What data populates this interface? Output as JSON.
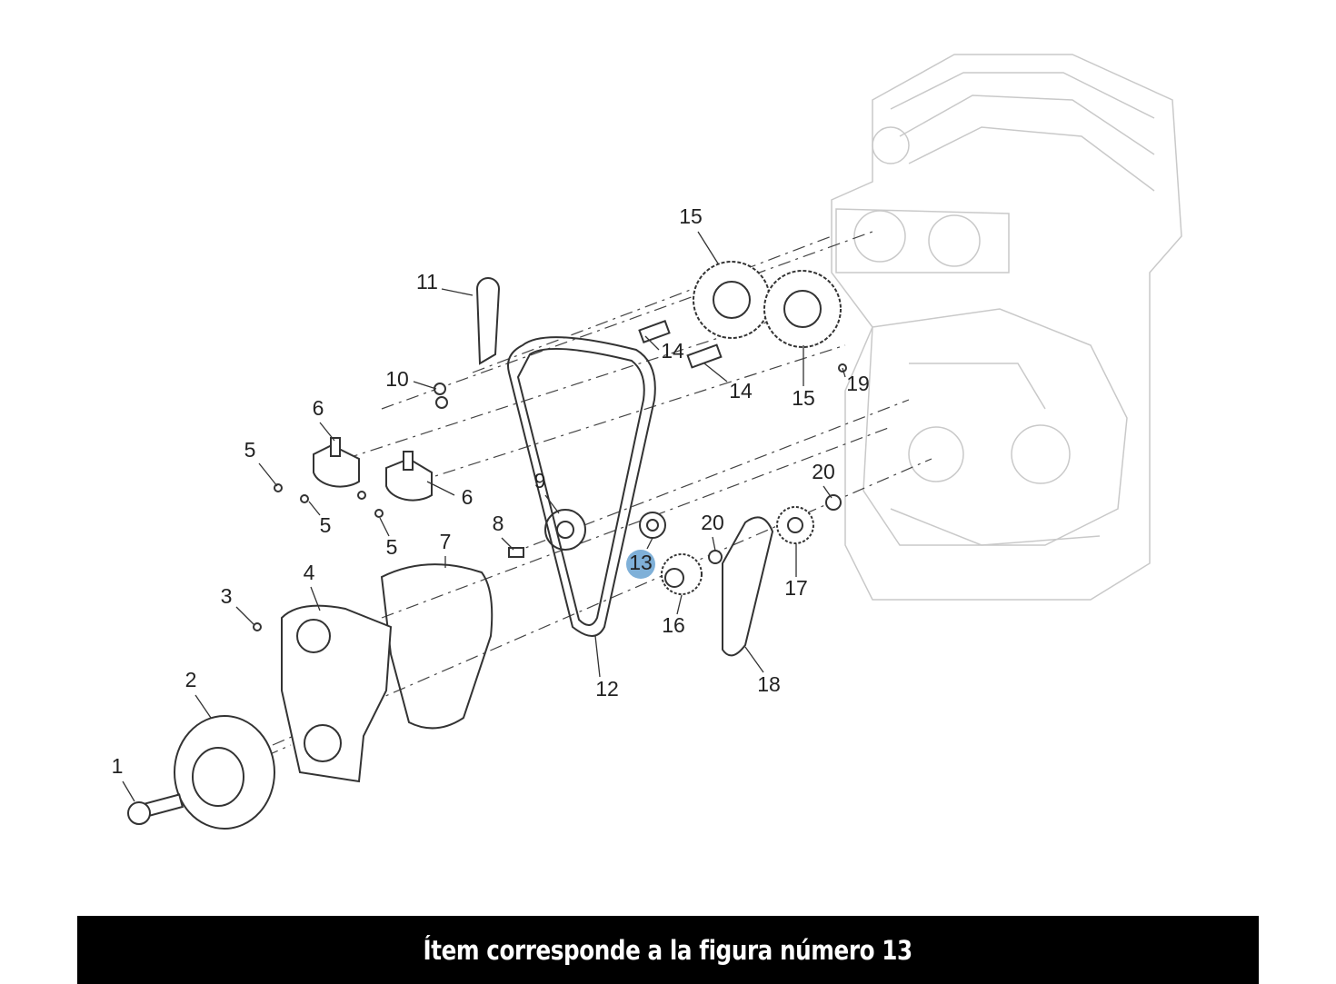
{
  "diagram": {
    "highlight_color": "#7fb0d8",
    "labels": [
      "1",
      "2",
      "3",
      "4",
      "5",
      "5",
      "5",
      "6",
      "6",
      "7",
      "8",
      "9",
      "10",
      "11",
      "12",
      "13",
      "14",
      "14",
      "15",
      "15",
      "16",
      "17",
      "18",
      "19",
      "20",
      "20"
    ],
    "highlighted_item": "13"
  },
  "caption": "Ítem corresponde a la figura número 13"
}
